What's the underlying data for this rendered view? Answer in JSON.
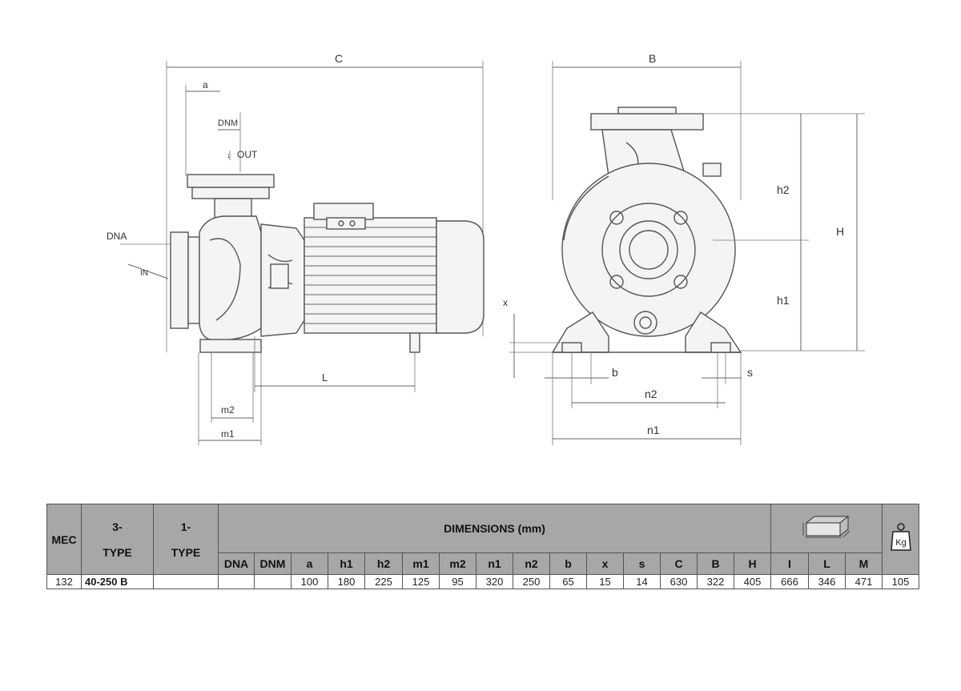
{
  "drawing": {
    "side_view_labels": {
      "C": "C",
      "a": "a",
      "DNM": "DNM",
      "OUT": "OUT",
      "DNA": "DNA",
      "IN": "IN",
      "L": "L",
      "m2": "m2",
      "m1": "m1"
    },
    "front_view_labels": {
      "B": "B",
      "h2": "h2",
      "H": "H",
      "h1": "h1",
      "x": "x",
      "b": "b",
      "s": "s",
      "n2": "n2",
      "n1": "n1"
    }
  },
  "table": {
    "header": {
      "mec": "MEC",
      "type3_top": "3-",
      "type3_bottom": "TYPE",
      "type1_top": "1-",
      "type1_bottom": "TYPE",
      "dimensions": "DIMENSIONS (mm)",
      "packing_icon": "box-dimensions-icon",
      "weight_icon": "weight-kg-icon",
      "weight_unit": "Kg",
      "columns": [
        "DNA",
        "DNM",
        "a",
        "h1",
        "h2",
        "m1",
        "m2",
        "n1",
        "n2",
        "b",
        "x",
        "s",
        "C",
        "B",
        "H",
        "I",
        "L",
        "M"
      ]
    },
    "row": {
      "mec": "132",
      "type3": "40-250 B",
      "type1": "",
      "values": [
        "",
        "",
        "100",
        "180",
        "225",
        "125",
        "95",
        "320",
        "250",
        "65",
        "15",
        "14",
        "630",
        "322",
        "405",
        "666",
        "346",
        "471"
      ],
      "weight": "105"
    }
  }
}
